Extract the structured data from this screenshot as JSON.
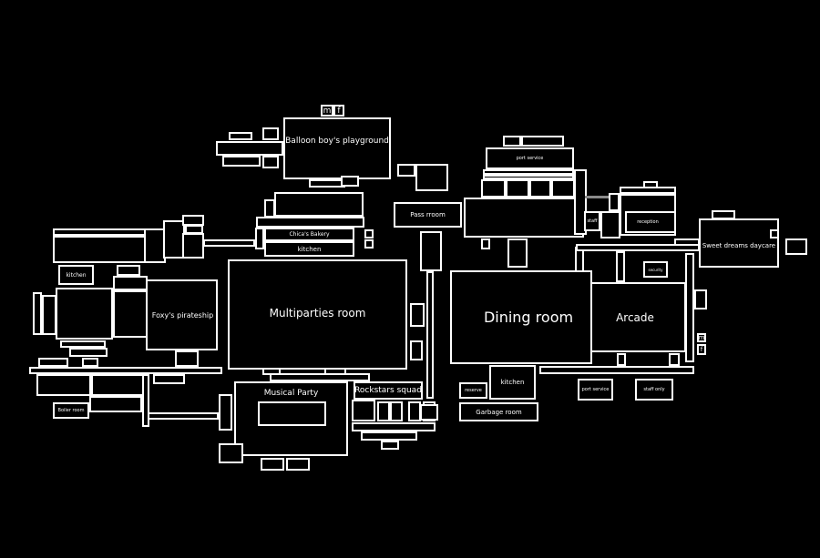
{
  "rooms": {
    "balloon_boy": "Balloon boy's playground",
    "m_label": "m",
    "f_label": "f",
    "chicas_bakery": "Chica's Bakery",
    "kitchen_top": "kitchen",
    "multiparties": "Multiparties room",
    "kitchen_left": "kitchen",
    "foxys": "Foxy's pirateship",
    "boiler": "Boiler room",
    "musical_party": "Musical Party",
    "rockstars": "Rockstars squad",
    "pass_room": "Pass rroom",
    "port_service_top": "port service",
    "dining": "Dining room",
    "arcade": "Arcade",
    "kitchen_right": "kitchen",
    "reserve": "reserve",
    "garbage": "Garbage room",
    "port_service_bottom": "port service",
    "staff_only": "staff only",
    "reception": "reception",
    "staff": "staff",
    "security": "security",
    "sweet_dreams": "Sweet dreams daycare",
    "m_label2": "m",
    "f_label2": "f"
  }
}
